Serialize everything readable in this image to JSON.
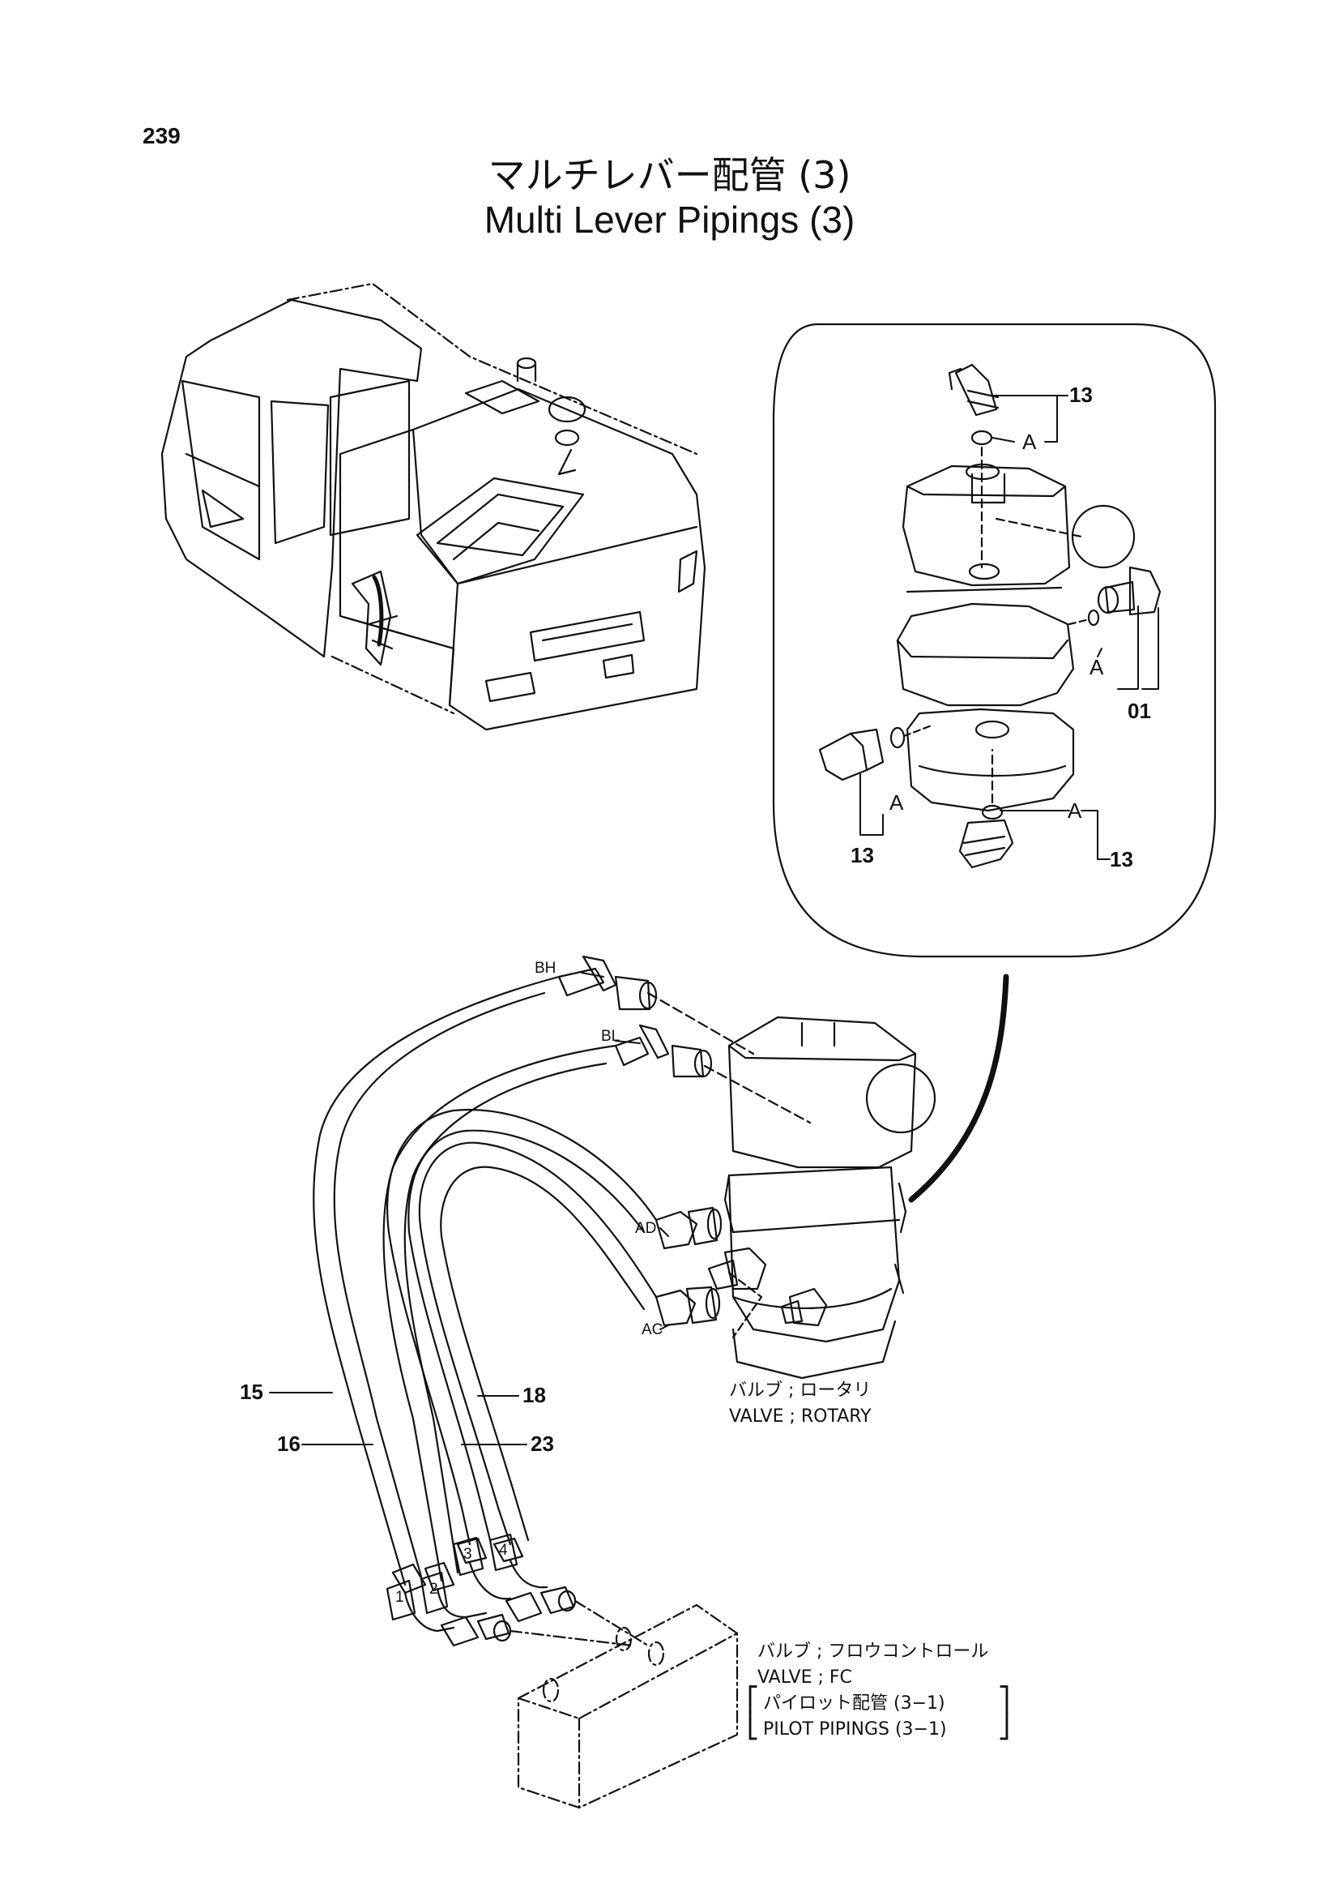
{
  "page": {
    "number": "239",
    "title_jp": "マルチレバー配管 (3)",
    "title_en": "Multi Lever Pipings (3)"
  },
  "detail": {
    "callouts": [
      "13",
      "01",
      "13",
      "13"
    ],
    "seal_label": "A"
  },
  "ports": {
    "bh": "BH",
    "bl": "BL",
    "ad": "AD",
    "ac": "AC"
  },
  "hoses": {
    "h15": "15",
    "h16": "16",
    "h18": "18",
    "h23": "23",
    "fittings": [
      "1",
      "2",
      "3",
      "4"
    ]
  },
  "components": {
    "rotary_jp": "バルブ ; ロータリ",
    "rotary_en": "VALVE ; ROTARY",
    "fc_jp": "バルブ ; フロウコントロール",
    "fc_en": "VALVE ; FC",
    "ref_jp": "パイロット配管 (3−1)",
    "ref_en": "PILOT PIPINGS (3−1)"
  }
}
